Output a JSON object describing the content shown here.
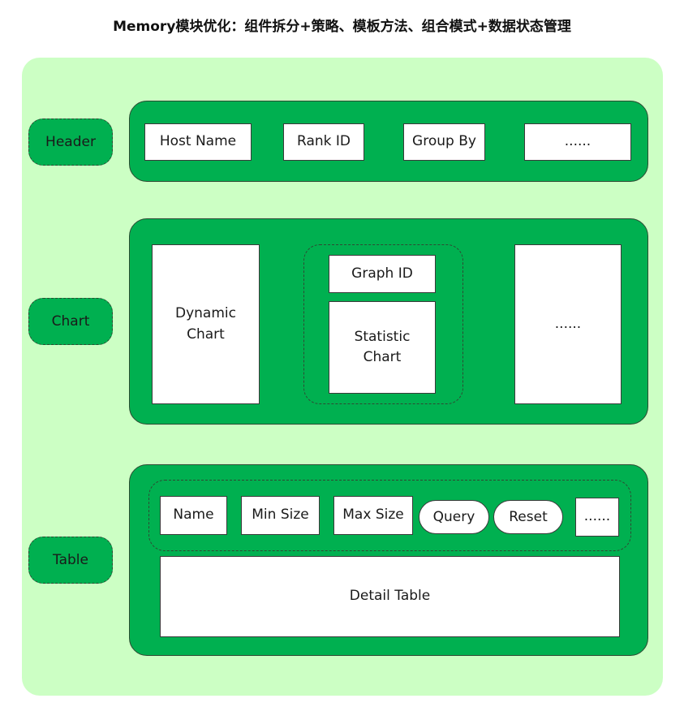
{
  "title": "Memory模块优化：组件拆分+策略、模板方法、组合模式+数据状态管理",
  "labels": {
    "header": "Header",
    "chart": "Chart",
    "table": "Table"
  },
  "header_section": {
    "items": [
      "Host Name",
      "Rank ID",
      "Group By",
      "......"
    ]
  },
  "chart_section": {
    "dynamic_chart": "Dynamic\nChart",
    "graph_id": "Graph ID",
    "statistic_chart": "Statistic\nChart",
    "more": "......"
  },
  "table_section": {
    "filters": {
      "name": "Name",
      "min_size": "Min Size",
      "max_size": "Max Size",
      "more": "......"
    },
    "buttons": {
      "query": "Query",
      "reset": "Reset"
    },
    "detail_table": "Detail Table"
  },
  "colors": {
    "background": "#ccffc4",
    "section": "#00b050",
    "box": "#ffffff"
  }
}
